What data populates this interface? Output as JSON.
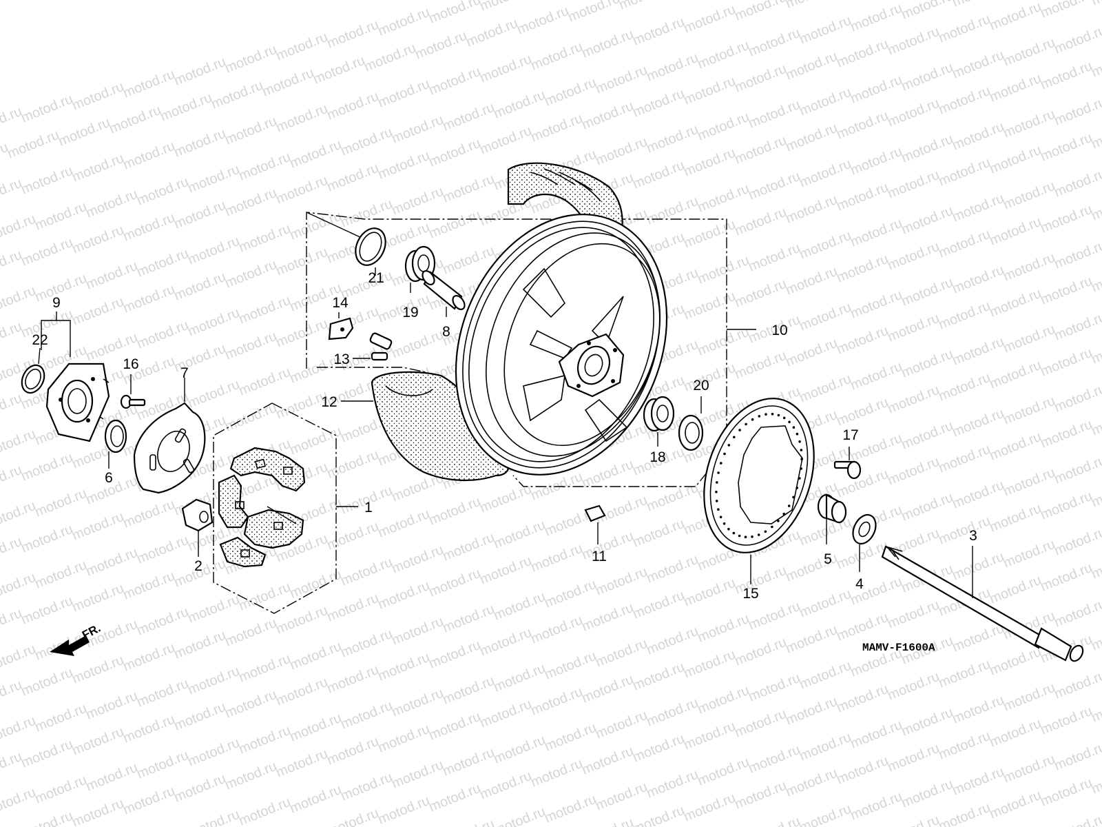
{
  "watermark": {
    "text": "motod.ru"
  },
  "diagram_code": "MAMV-F1600A",
  "direction_marker": {
    "text": "FR.",
    "icon": "arrow-left-icon"
  },
  "callouts": [
    {
      "id": "1",
      "text": "1"
    },
    {
      "id": "2",
      "text": "2"
    },
    {
      "id": "3",
      "text": "3"
    },
    {
      "id": "4",
      "text": "4"
    },
    {
      "id": "5",
      "text": "5"
    },
    {
      "id": "6",
      "text": "6"
    },
    {
      "id": "7",
      "text": "7"
    },
    {
      "id": "8",
      "text": "8"
    },
    {
      "id": "9",
      "text": "9"
    },
    {
      "id": "10",
      "text": "10"
    },
    {
      "id": "11",
      "text": "11"
    },
    {
      "id": "12",
      "text": "12"
    },
    {
      "id": "13",
      "text": "13"
    },
    {
      "id": "14",
      "text": "14"
    },
    {
      "id": "15",
      "text": "15"
    },
    {
      "id": "16",
      "text": "16"
    },
    {
      "id": "17",
      "text": "17"
    },
    {
      "id": "18",
      "text": "18"
    },
    {
      "id": "19",
      "text": "19"
    },
    {
      "id": "20",
      "text": "20"
    },
    {
      "id": "21",
      "text": "21"
    },
    {
      "id": "22",
      "text": "22"
    }
  ]
}
